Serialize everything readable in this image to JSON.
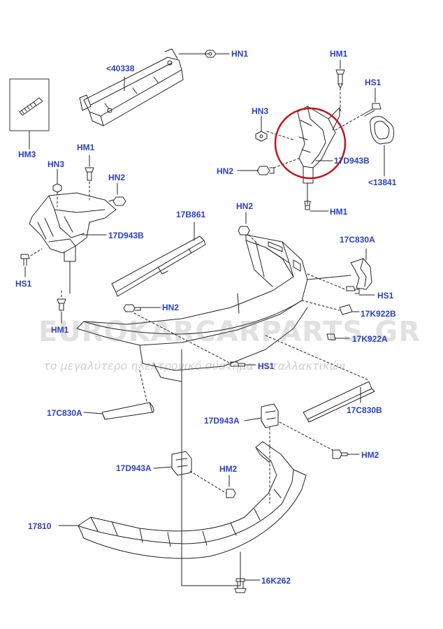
{
  "labels": {
    "hn1_top": "HN1",
    "p40338": "<40338",
    "hm1_top": "HM1",
    "hs1_top": "HS1",
    "hm3_box": "HM3",
    "hn3_right": "HN3",
    "p17d943b_top": "17D943B",
    "p13841": "<13841",
    "hn2_right": "HN2",
    "hm1_right": "HM1",
    "hm1_left": "HM1",
    "hn3_left": "HN3",
    "hn2_left": "HN2",
    "p17d943b_left": "17D943B",
    "hs1_left": "HS1",
    "p17b861": "17B861",
    "hn2_mid": "HN2",
    "p17c830a_right": "17C830A",
    "hs1_right": "HS1",
    "p17k922b": "17K922B",
    "p17k922a": "17K922A",
    "hm1_bottom": "HM1",
    "hn2_center": "HN2",
    "hs1_center": "HS1",
    "p17c830a_left": "17C830A",
    "p17c830b": "17C830B",
    "p17d943a_right": "17D943A",
    "hm2_right": "HM2",
    "p17d943a_left": "17D943A",
    "hm2_left": "HM2",
    "p17810": "17810",
    "p16k262": "16K262"
  },
  "watermark": {
    "main": "EUROKARCARPARTS.GR",
    "sub": "το μεγαλύτερο ηλεκτρονικό σύστημα ανταλλακτικών"
  },
  "colors": {
    "label": "#2a3fbf",
    "line": "#222222",
    "highlight_circle": "#c0141c"
  }
}
